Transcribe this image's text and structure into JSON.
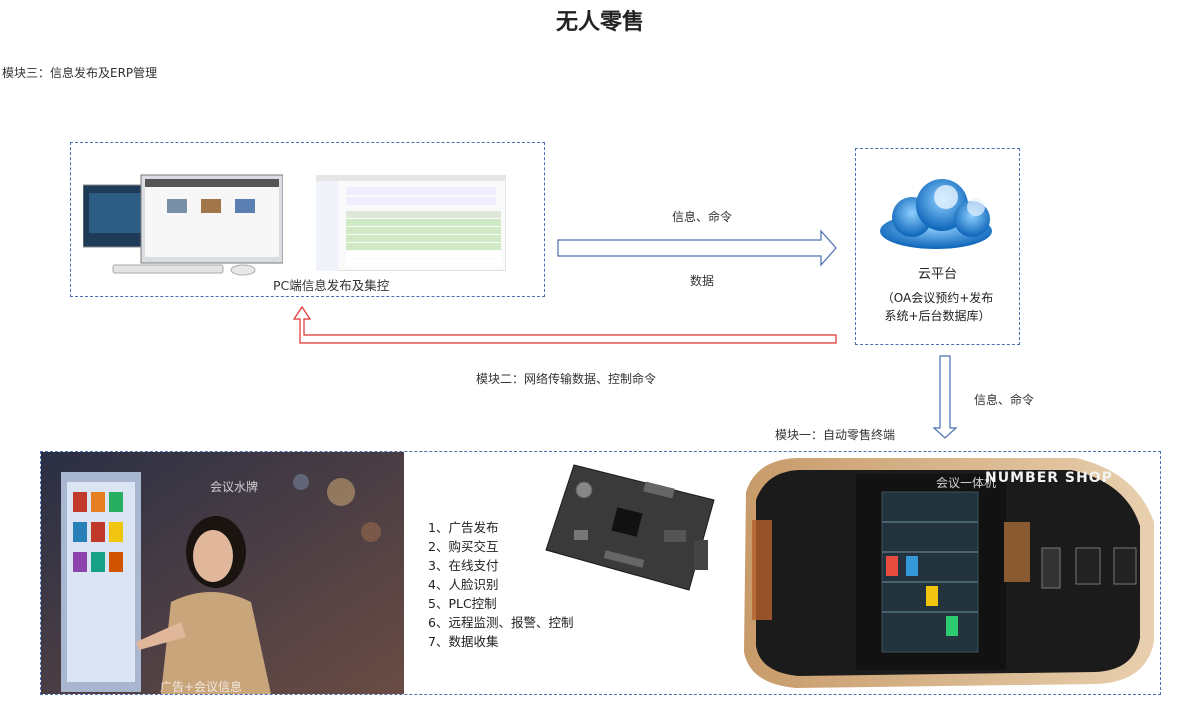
{
  "title": "无人零售",
  "module3": "模块三：信息发布及ERP管理",
  "module2": "模块二：网络传输数据、控制命令",
  "module1": "模块一：自动零售终端",
  "pc_caption": "PC端信息发布及集控",
  "arrow_top_label": "信息、命令",
  "arrow_data_label": "数据",
  "arrow_down_label": "信息、命令",
  "cloud": {
    "title": "云平台",
    "desc_line1": "（OA会议预约+发布",
    "desc_line2": "系统+后台数据库）"
  },
  "overlay_top": "会议水牌",
  "overlay_bottom": "广告+会议信息",
  "overlay_kiosk": "会议一体机",
  "kiosk_sign": "NUMBER SHOP",
  "features": [
    "1、广告发布",
    "2、购买交互",
    "3、在线支付",
    "4、人脸识别",
    "5、PLC控制",
    "6、远程监测、报警、控制",
    "7、数据收集"
  ],
  "colors": {
    "box_border": "#4a6fb0",
    "arrow_blue": "#4a6fb0",
    "arrow_red": "#e03030"
  }
}
